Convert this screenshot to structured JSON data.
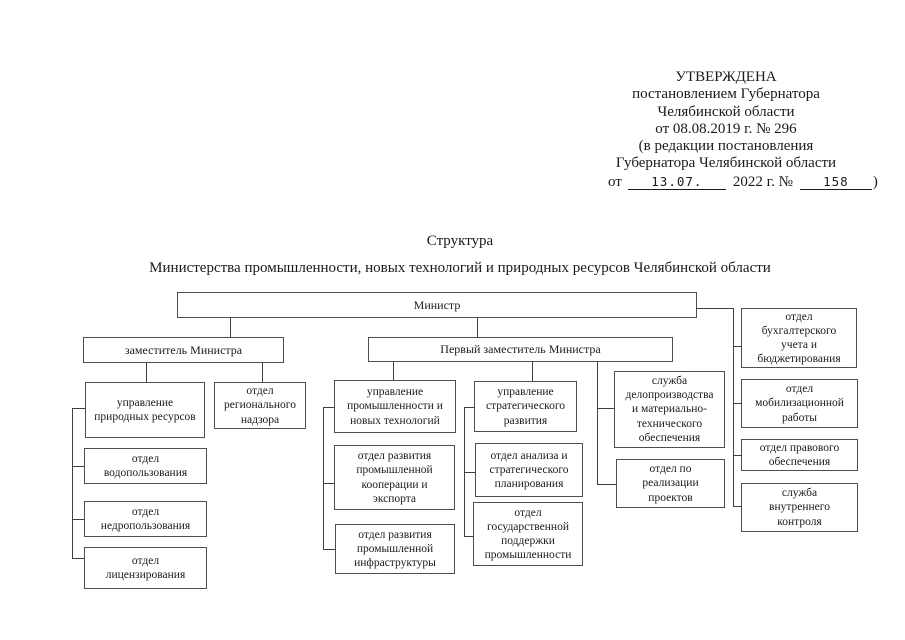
{
  "colors": {
    "ink": "#1a1a1a",
    "box_border": "#4e4e4e",
    "background": "#ffffff"
  },
  "document": {
    "approval": {
      "lines": [
        "УТВЕРЖДЕНА",
        "постановлением Губернатора",
        "Челябинской области",
        "от 08.08.2019 г. № 296",
        "(в редакции постановления",
        "Губернатора Челябинской области"
      ],
      "last_line": {
        "prefix": "от",
        "date_value": "13.07.",
        "middle": "2022 г. №",
        "number_value": "158",
        "suffix": ")"
      }
    },
    "title": {
      "line1": "Структура",
      "line2": "Министерства промышленности, новых технологий и природных ресурсов Челябинской области"
    },
    "org_chart": {
      "minister": "Министр",
      "deputy_minister": "заместитель Министра",
      "first_deputy_minister": "Первый заместитель Министра",
      "natural_resources_dept": [
        "управление",
        "природных ресурсов"
      ],
      "regional_supervision": [
        "отдел",
        "регионального",
        "надзора"
      ],
      "water_use": [
        "отдел",
        "водопользования"
      ],
      "subsoil_use": [
        "отдел",
        "недропользования"
      ],
      "licensing": [
        "отдел",
        "лицензирования"
      ],
      "industry_dept": [
        "управление",
        "промышленности и",
        "новых технологий"
      ],
      "industrial_cooperation": [
        "отдел развития",
        "промышленной",
        "кооперации и",
        "экспорта"
      ],
      "industrial_infrastructure": [
        "отдел развития",
        "промышленной",
        "инфраструктуры"
      ],
      "strategic_dept": [
        "управление",
        "стратегического",
        "развития"
      ],
      "analysis_planning": [
        "отдел анализа и",
        "стратегического",
        "планирования"
      ],
      "state_support": [
        "отдел",
        "государственной",
        "поддержки",
        "промышленности"
      ],
      "records_logistics": [
        "служба",
        "делопроизводства",
        "и материально-",
        "технического",
        "обеспечения"
      ],
      "project_implementation": [
        "отдел по",
        "реализации",
        "проектов"
      ],
      "accounting_budgeting": [
        "отдел",
        "бухгалтерского",
        "учета и",
        "бюджетирования"
      ],
      "mobilization": [
        "отдел",
        "мобилизационной",
        "работы"
      ],
      "legal_support": [
        "отдел правового",
        "обеспечения"
      ],
      "internal_control": [
        "служба",
        "внутреннего",
        "контроля"
      ]
    }
  }
}
